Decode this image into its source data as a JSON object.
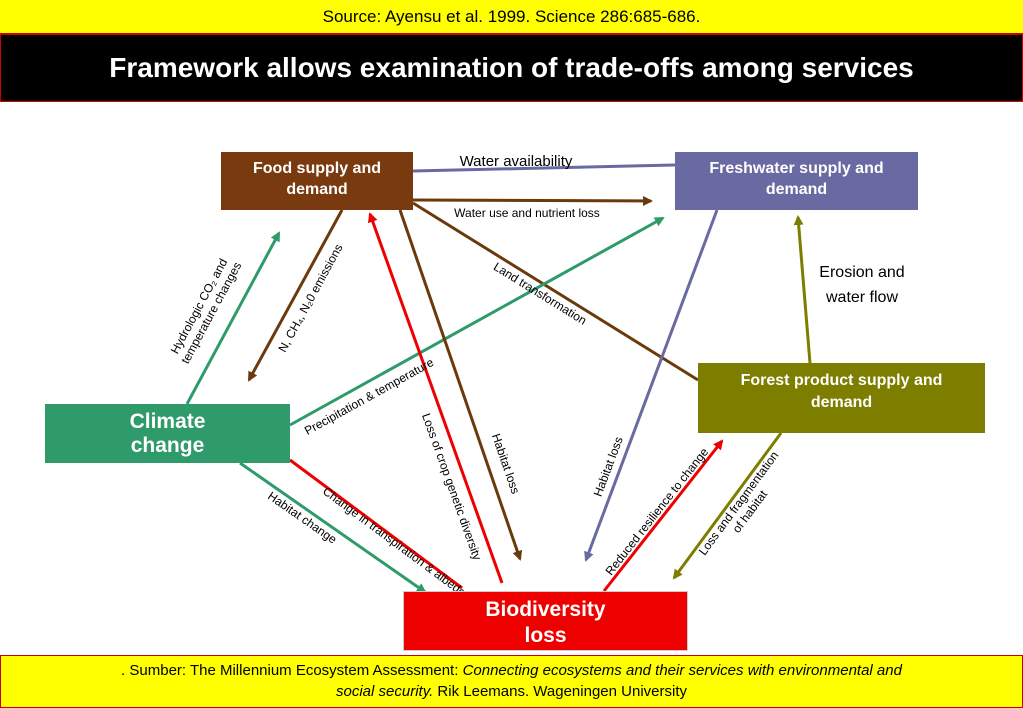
{
  "header": {
    "source": "Source:  Ayensu et al. 1999.  Science 286:685-686.",
    "title": "Framework allows examination of trade-offs among services"
  },
  "nodes": {
    "food_line1": "Food supply and",
    "food_line2": "demand",
    "fresh_line1": "Freshwater supply and",
    "fresh_line2": "demand",
    "forest_line1": "Forest product supply and",
    "forest_line2": "demand",
    "climate_line1": "Climate",
    "climate_line2": "change",
    "bio_line1": "Biodiversity",
    "bio_line2": "loss"
  },
  "edge_labels": {
    "water_availability": "Water availability",
    "water_use": "Water use and nutrient loss",
    "land_transformation": "Land transformation",
    "erosion_line1": "Erosion and",
    "erosion_line2": "water flow",
    "hydro_line1": "Hydrologic CO₂ and",
    "hydro_line2": "temperature changes",
    "emissions": "N, CH₄, N₂0 emissions",
    "precipitation": "Precipitation & temperature",
    "crop": "Loss of crop genetic diversity",
    "habitat_loss_brown": "Habitat loss",
    "habitat_loss_blue": "Habitat loss",
    "resilience": "Reduced resilience to change",
    "fragmentation_line1": "Loss and fragmentation",
    "fragmentation_line2": "of habitat",
    "habitat_change": "Habitat change",
    "transpiration": "Change in transpiration & albedo"
  },
  "footer": {
    "prefix": ". Sumber: The Millennium Ecosystem Assessment: ",
    "title_italic_1": "Connecting ecosystems and their services with environmental and",
    "title_italic_2": "social security.",
    "suffix": " Rik Leemans. Wageningen University"
  },
  "colors": {
    "brown": "#6b3a0c",
    "blue": "#6a6aa3",
    "green": "#2f9a6a",
    "red": "#ee0000",
    "olive": "#7d7d00"
  }
}
